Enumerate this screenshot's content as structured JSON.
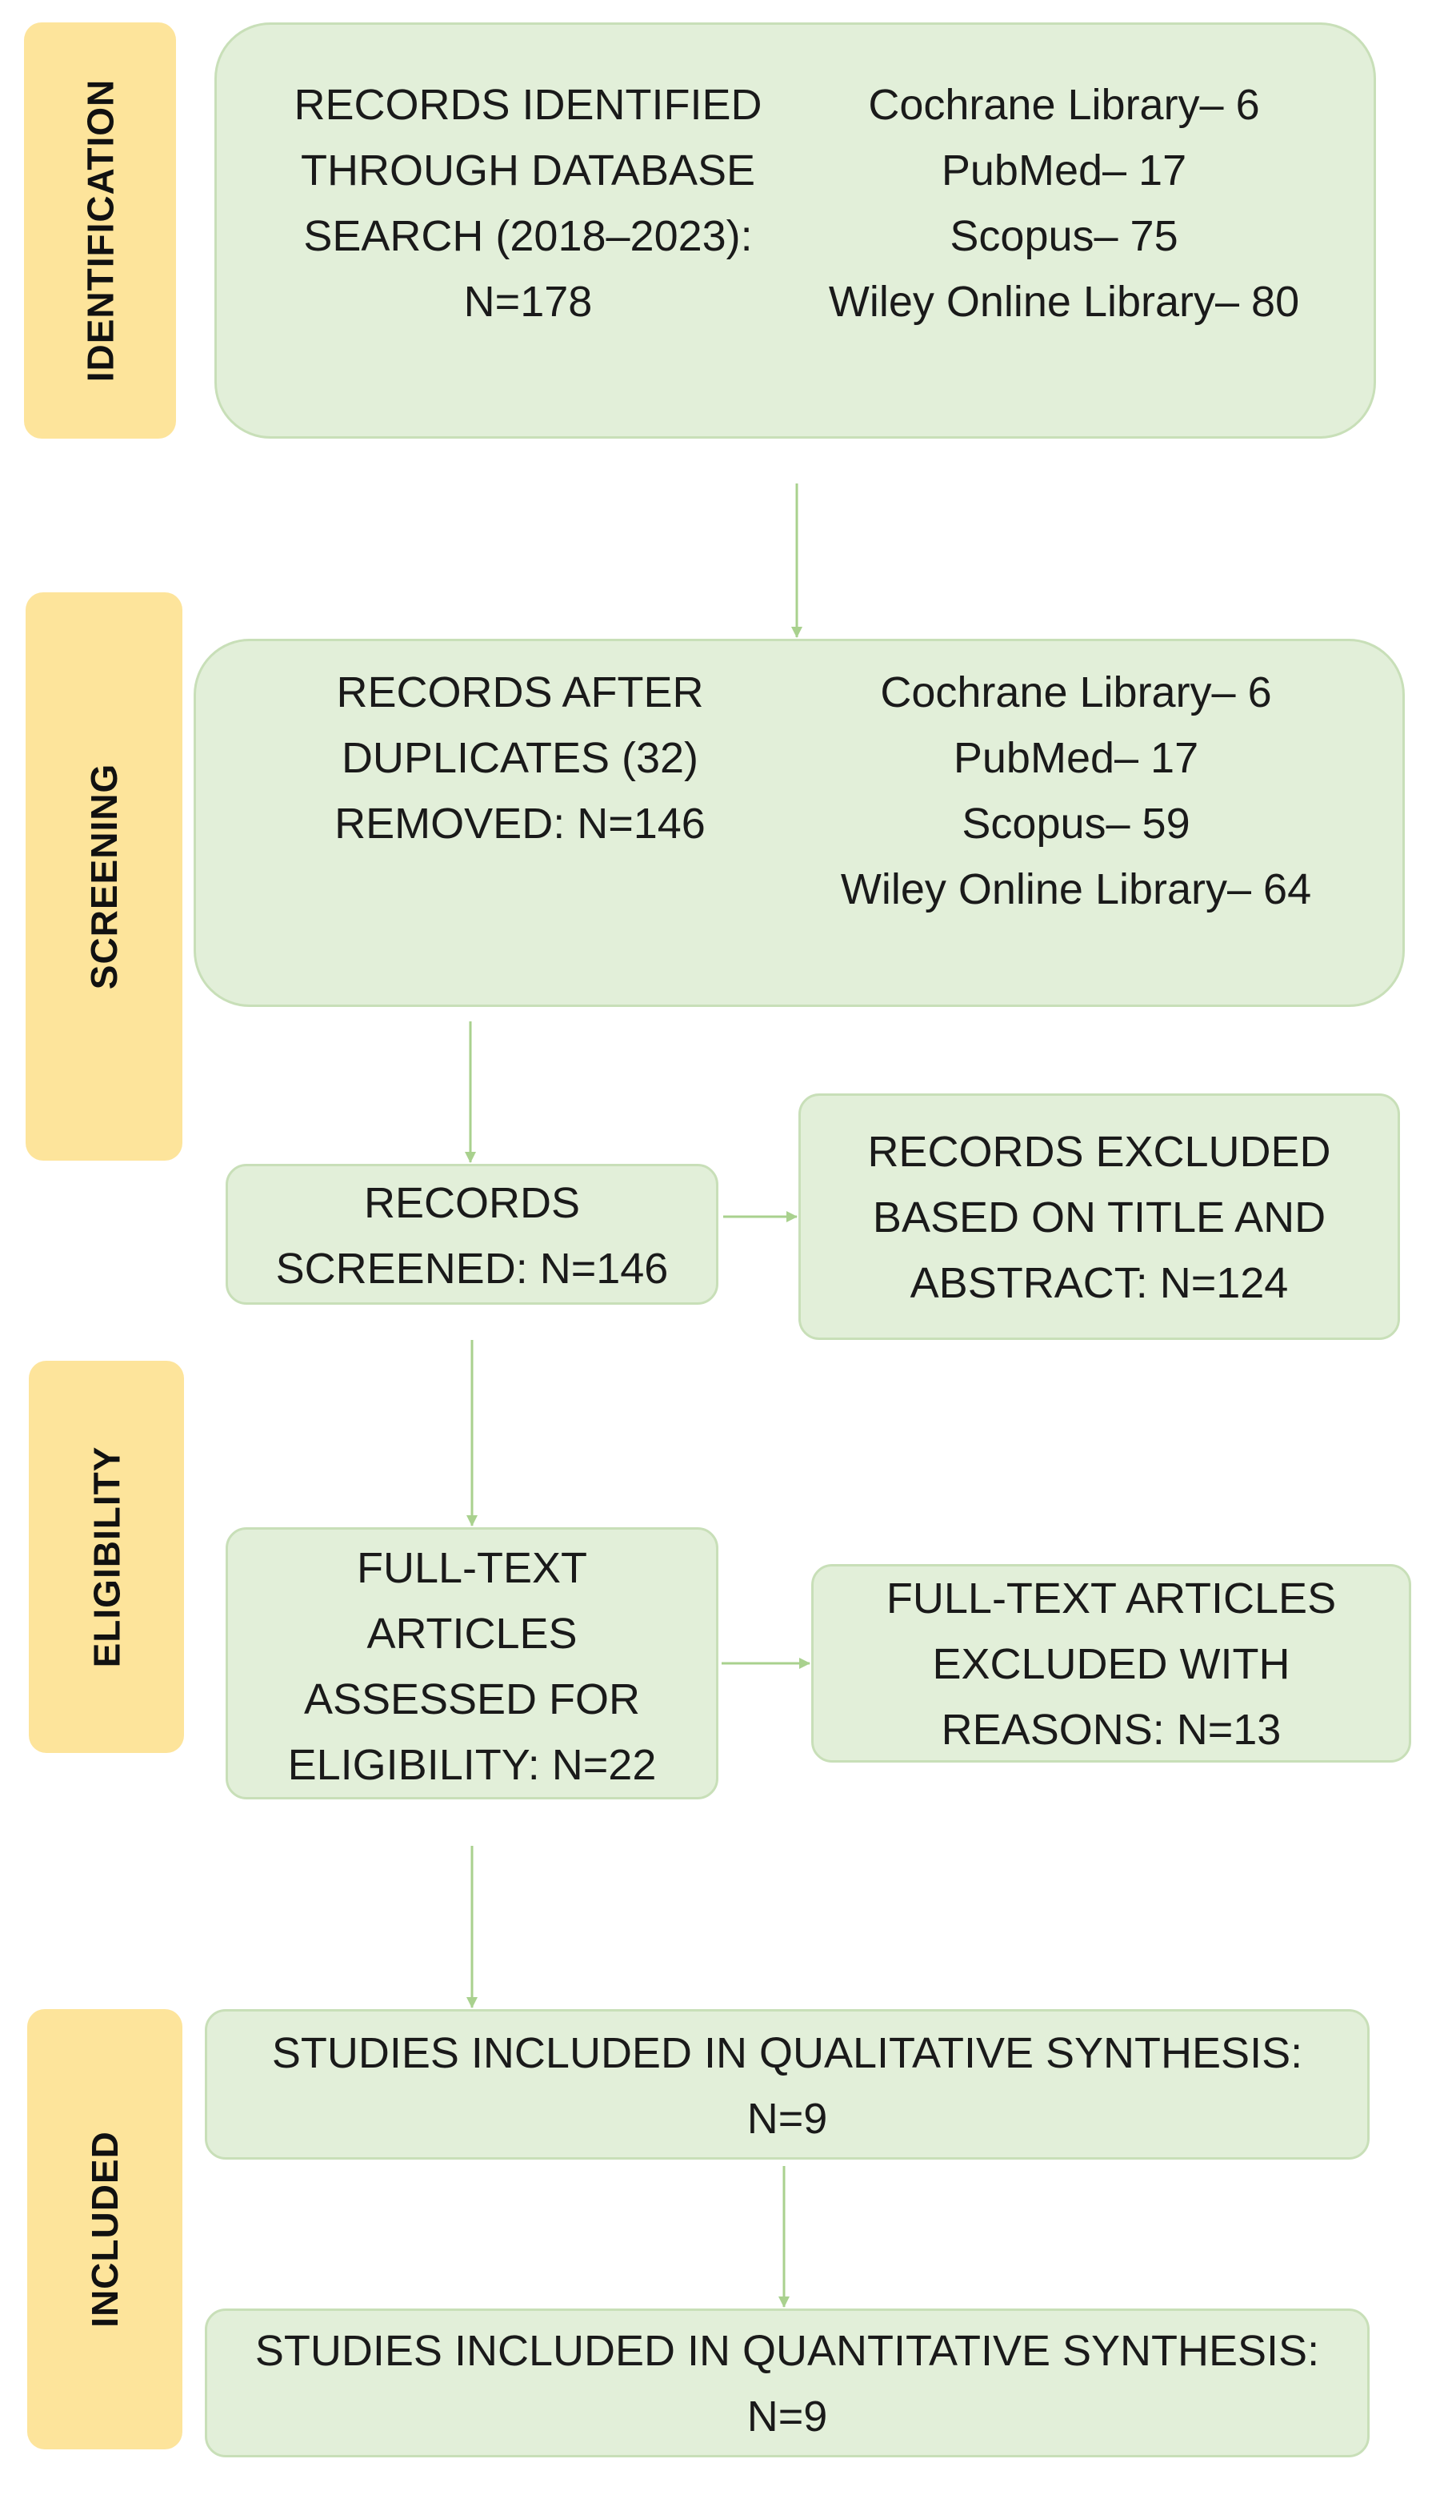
{
  "phases": {
    "identification": "IDENTIFICATION",
    "screening": "SCREENING",
    "eligibility": "ELIGIBILITY",
    "included": "INCLUDED"
  },
  "identification_box": {
    "main_lines": [
      "RECORDS IDENTIFIED",
      "THROUGH DATABASE",
      "SEARCH (2018–2023):",
      "N=178"
    ],
    "sources": [
      "Cochrane Library– 6",
      "PubMed– 17",
      "Scopus– 75",
      "Wiley Online Library– 80"
    ]
  },
  "dedup_box": {
    "main_lines": [
      "RECORDS AFTER",
      "DUPLICATES (32)",
      "REMOVED: N=146"
    ],
    "sources": [
      "Cochrane Library– 6",
      "PubMed– 17",
      "Scopus– 59",
      "Wiley Online Library– 64"
    ]
  },
  "screened_box": {
    "lines": [
      "RECORDS",
      "SCREENED: N=146"
    ]
  },
  "excluded_title_box": {
    "lines": [
      "RECORDS EXCLUDED",
      "BASED ON TITLE AND",
      "ABSTRACT: N=124"
    ]
  },
  "fulltext_box": {
    "lines": [
      "FULL-TEXT",
      "ARTICLES",
      "ASSESSED FOR",
      "ELIGIBILITY: N=22"
    ]
  },
  "fulltext_excluded_box": {
    "lines": [
      "FULL-TEXT ARTICLES",
      "EXCLUDED WITH",
      "REASONS: N=13"
    ]
  },
  "qualitative_box": {
    "lines": [
      "STUDIES INCLUDED IN QUALITATIVE SYNTHESIS:",
      "N=9"
    ]
  },
  "quantitative_box": {
    "lines": [
      "STUDIES INCLUDED IN QUANTITATIVE SYNTHESIS:",
      "N=9"
    ]
  },
  "colors": {
    "phase_fill": "#fde49b",
    "box_fill": "#e2efd9",
    "box_border": "#c8dfb8",
    "arrow": "#a9d18e"
  }
}
